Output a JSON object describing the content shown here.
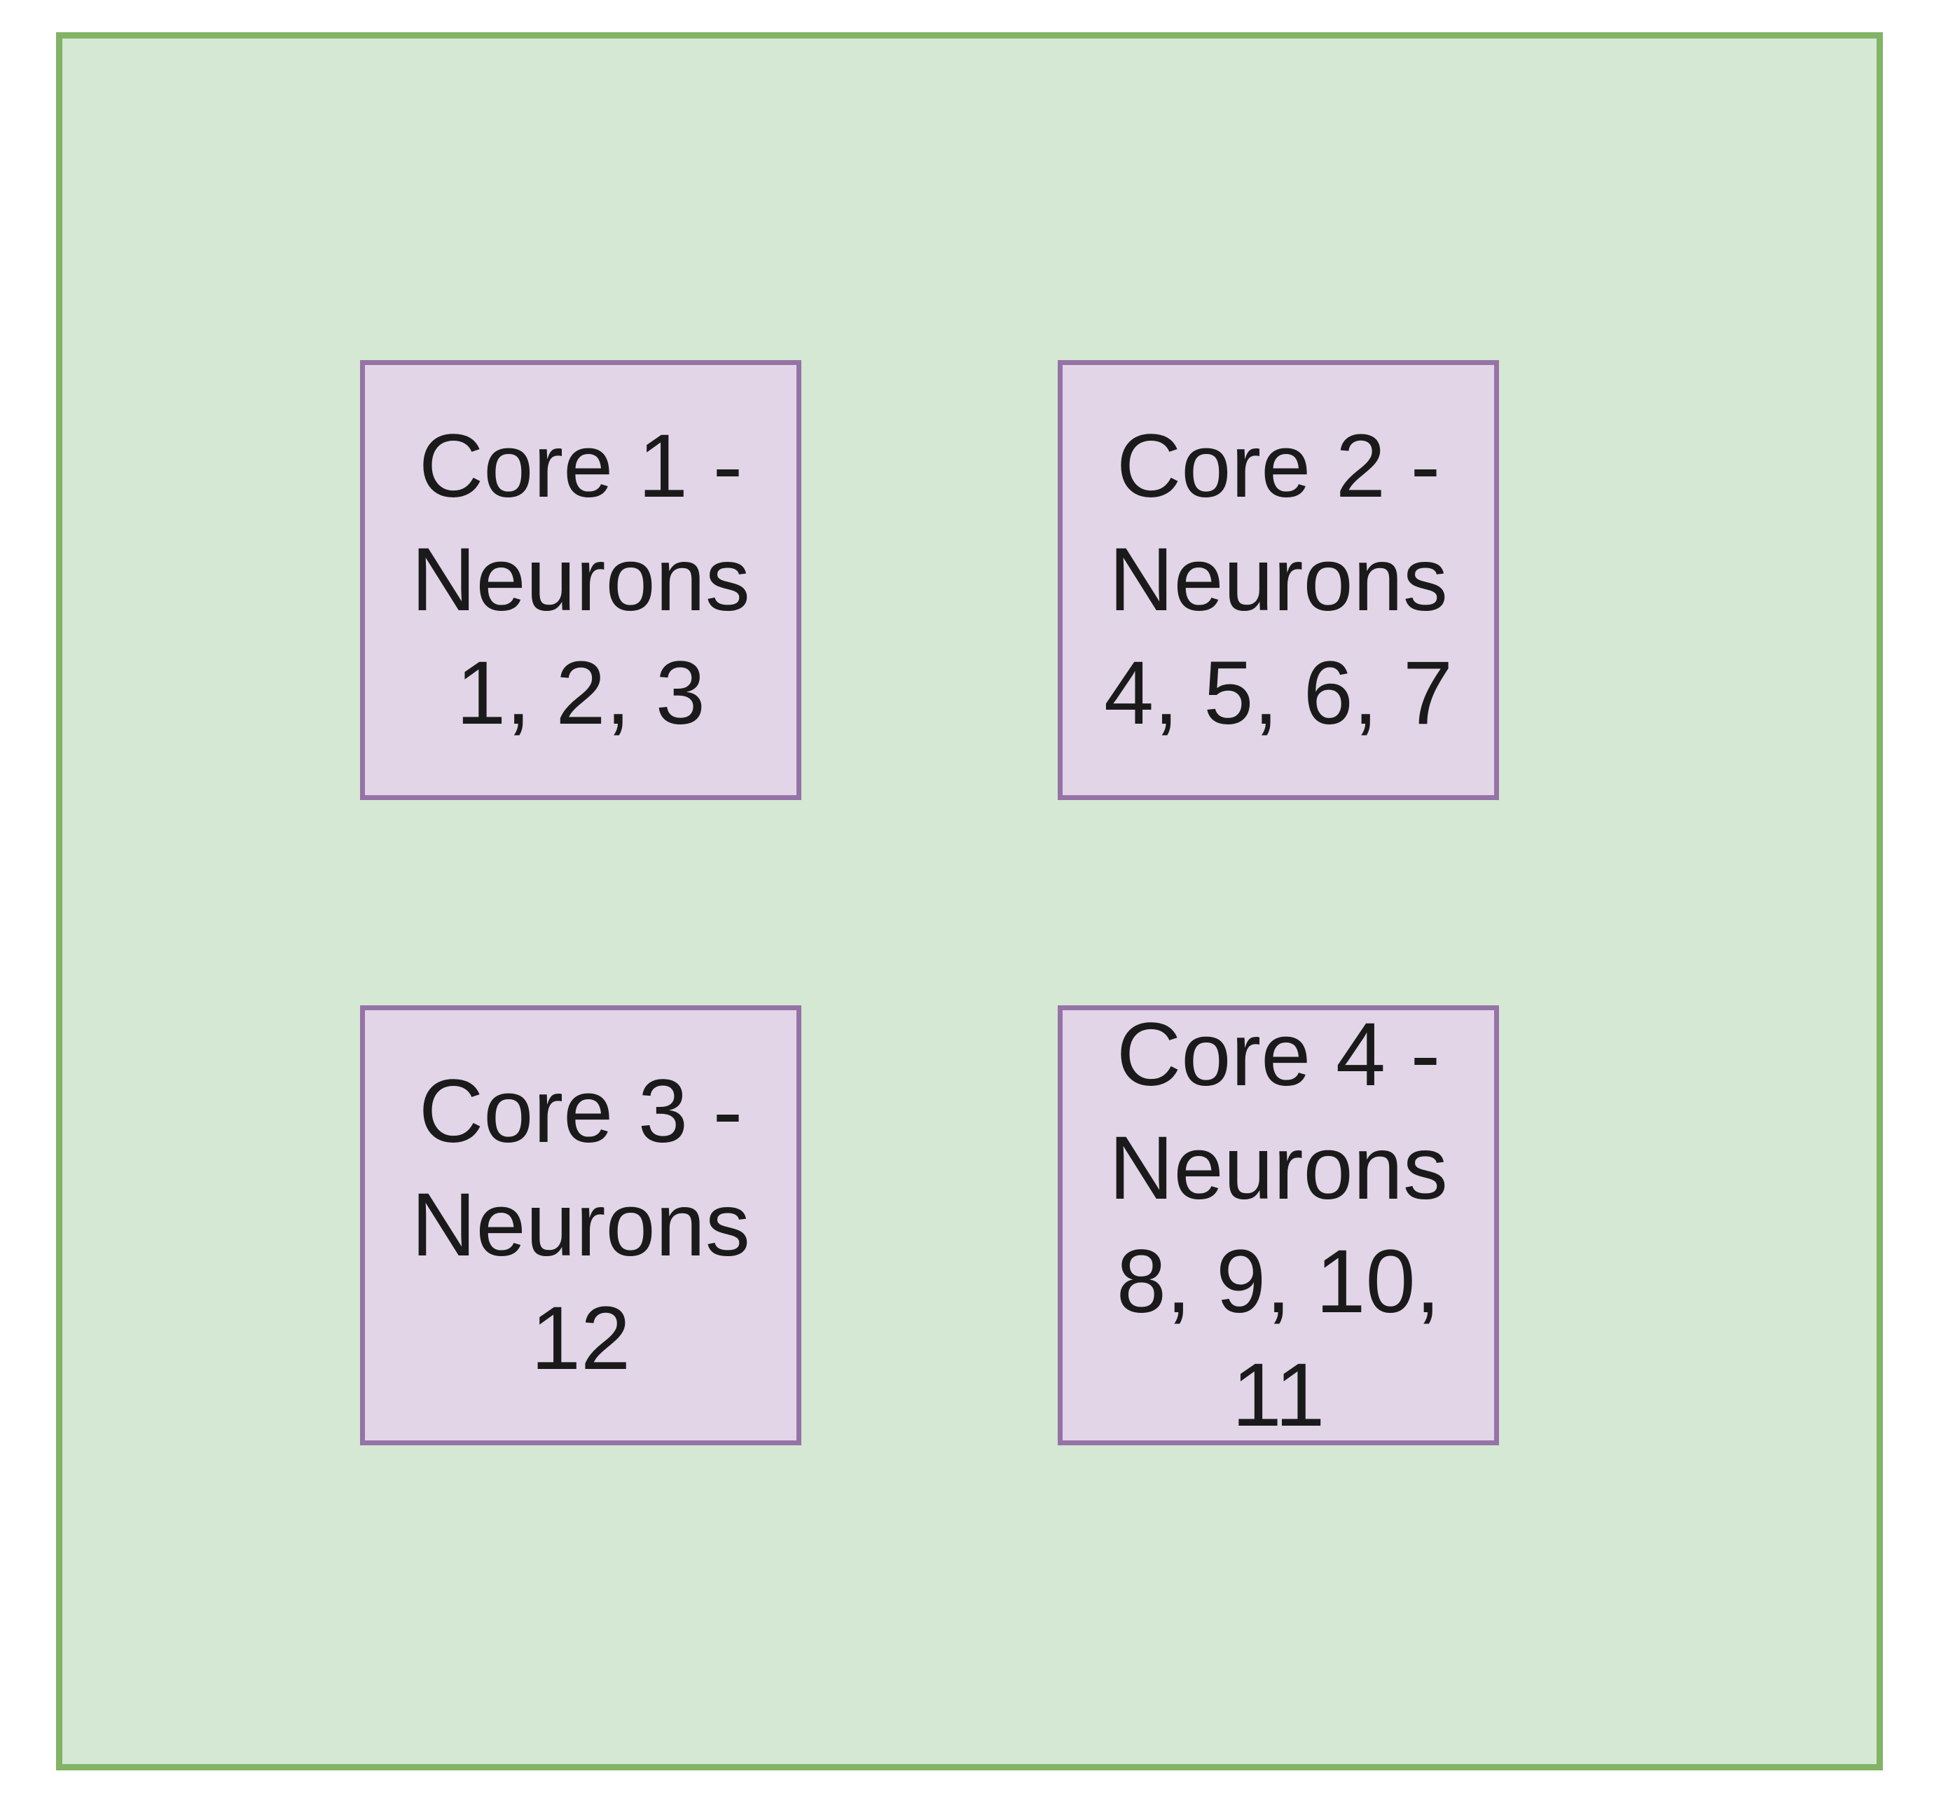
{
  "diagram": {
    "cores": [
      {
        "label": "Core 1 -\nNeurons\n1, 2, 3"
      },
      {
        "label": "Core 2 -\nNeurons\n4, 5, 6, 7"
      },
      {
        "label": "Core 3 -\nNeurons\n12"
      },
      {
        "label": "Core 4 -\nNeurons\n8, 9, 10,\n11"
      }
    ]
  },
  "colors": {
    "chip_fill": "#d5e8d4",
    "chip_border": "#82b366",
    "core_fill": "#e1d5e7",
    "core_border": "#9673a6"
  }
}
